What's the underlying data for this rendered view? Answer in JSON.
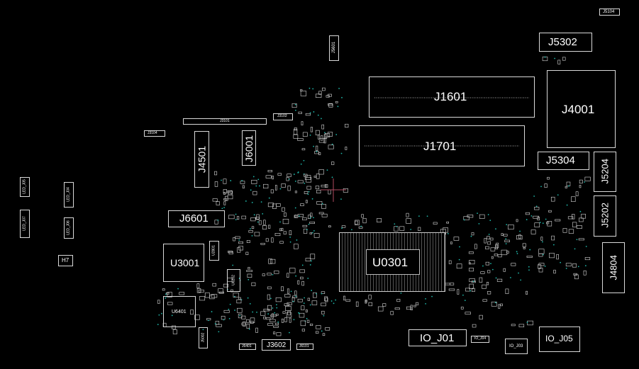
{
  "board": {
    "background": "#000000",
    "outline_color": "#d9d9d9",
    "via_color": "#1fb5a8"
  },
  "labels": {
    "j1601": "J1601",
    "j1701": "J1701",
    "j4001": "J4001",
    "j5302": "J5302",
    "j5304": "J5304",
    "j5204": "J5204",
    "j5202": "J5202",
    "j4804": "J4804",
    "j5104": "J5104",
    "u0301": "U0301",
    "u3001": "U3001",
    "u6401": "U6401",
    "u2801": "U2801",
    "u6202": "U6202",
    "j6601": "J6601",
    "j6001": "J6001",
    "j4501": "J4501",
    "j5601": "J5601",
    "j3101": "J3101",
    "j3102": "J3102",
    "j3104": "J3104",
    "j5002": "J5002",
    "j6401": "J6401",
    "j3602": "J3602",
    "j6101": "J6101",
    "io_j01": "IO_J01",
    "io_j04": "IO_J04",
    "io_j03": "IO_J03",
    "io_j05": "IO_J05",
    "h7": "H7",
    "led_j07": "LED_J07",
    "led_j04": "LED_J04",
    "led_j05": "LED_J05",
    "led_j06": "LED_J06"
  }
}
